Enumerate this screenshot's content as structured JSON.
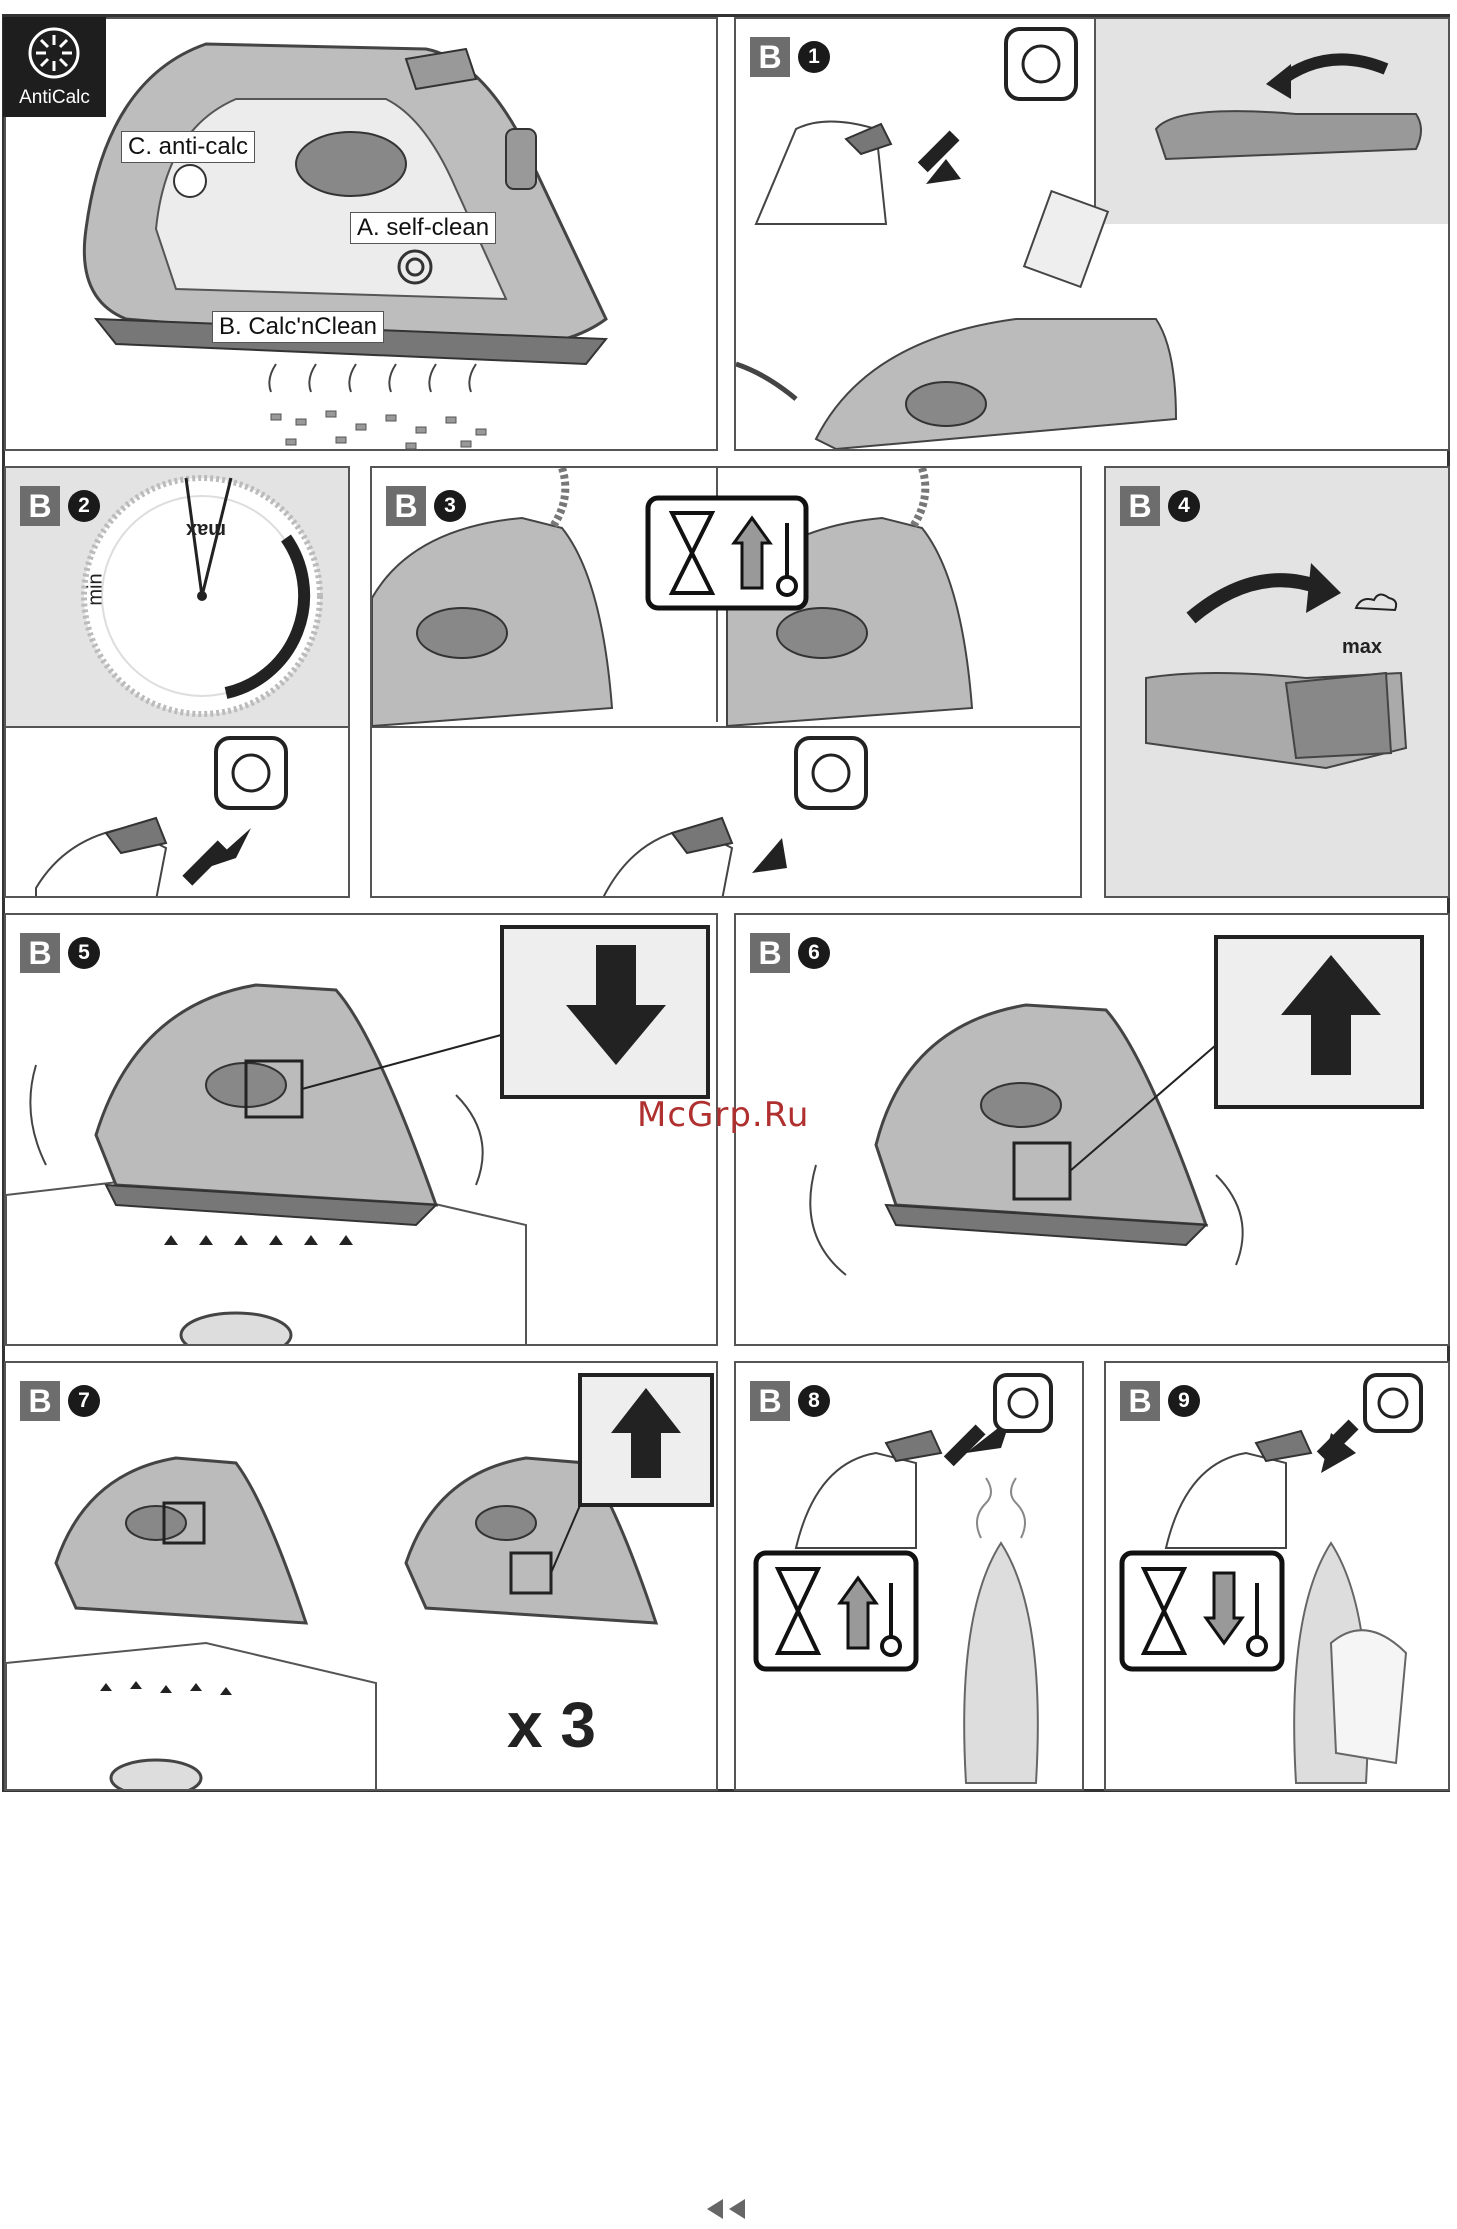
{
  "anticalc_badge": {
    "label": "AntiCalc"
  },
  "overview": {
    "label_c": "C. anti-calc",
    "label_a": "A. self-clean",
    "label_b": "B.  Calc'nClean"
  },
  "steps": [
    {
      "letter": "B",
      "number": "1"
    },
    {
      "letter": "B",
      "number": "2"
    },
    {
      "letter": "B",
      "number": "3"
    },
    {
      "letter": "B",
      "number": "4"
    },
    {
      "letter": "B",
      "number": "5"
    },
    {
      "letter": "B",
      "number": "6"
    },
    {
      "letter": "B",
      "number": "7"
    },
    {
      "letter": "B",
      "number": "8"
    },
    {
      "letter": "B",
      "number": "9"
    }
  ],
  "dial": {
    "max": "max",
    "min": "min"
  },
  "step4_max": "max",
  "repeat_label": "x 3",
  "watermark": "McGrp.Ru",
  "nav_icon": "double-left-arrow-icon"
}
